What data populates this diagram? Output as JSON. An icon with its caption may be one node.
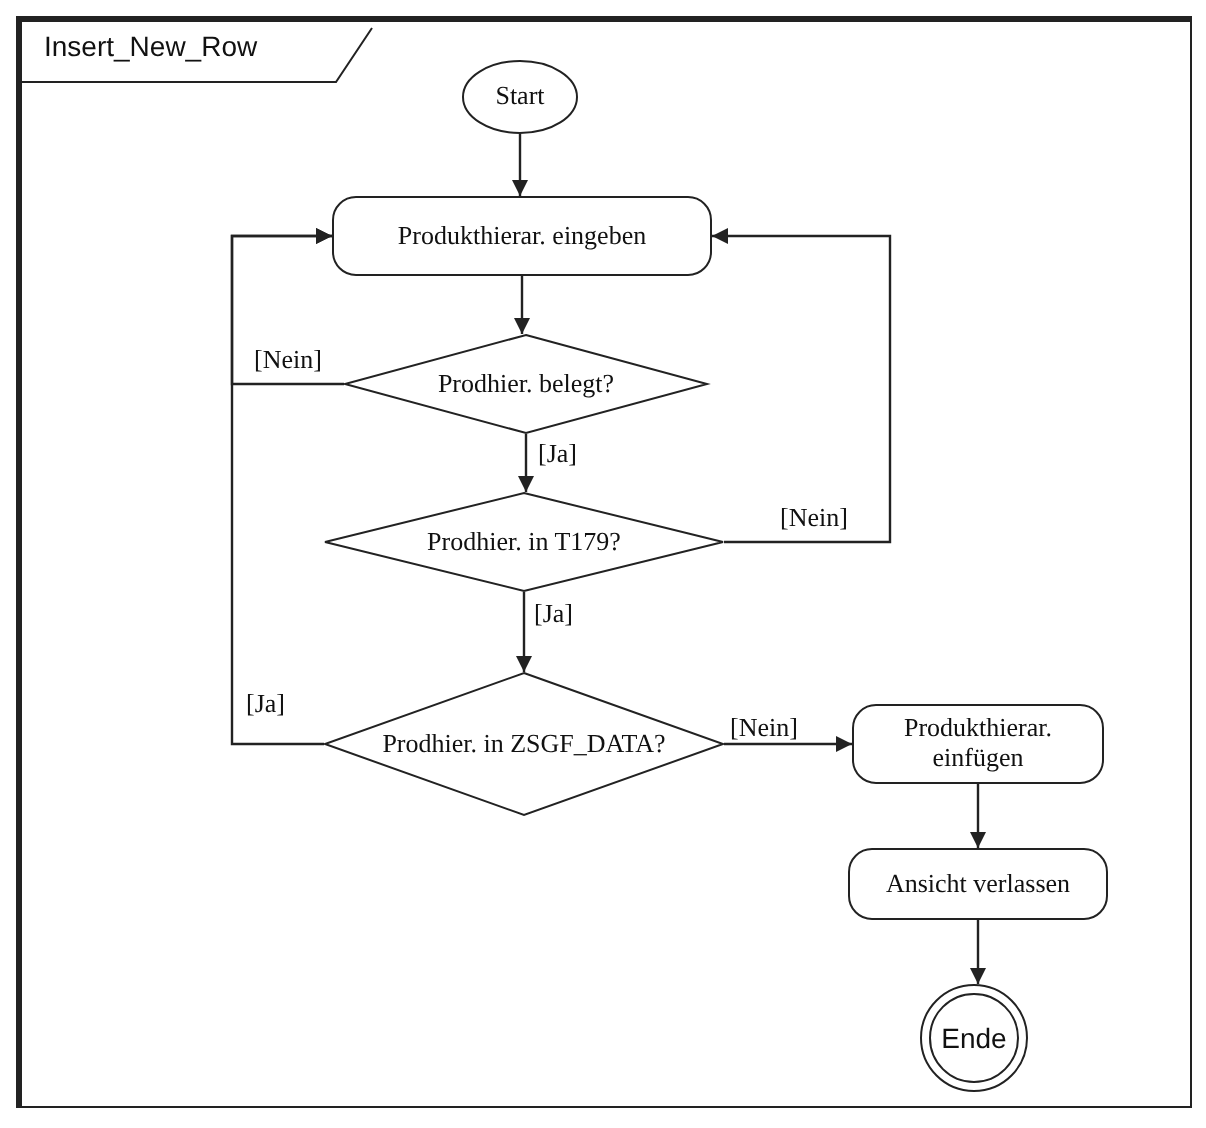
{
  "diagram": {
    "title": "Insert_New_Row",
    "nodes": [
      {
        "text": [
          "Start"
        ]
      },
      {
        "text": [
          "Produkthierar. eingeben"
        ]
      },
      {
        "text": [
          "Prodhier. belegt?"
        ]
      },
      {
        "text": [
          "Prodhier. in T179?"
        ]
      },
      {
        "text": [
          "Prodhier. in ZSGF_DATA?"
        ]
      },
      {
        "text": [
          "Produkthierar. einfügen"
        ]
      },
      {
        "text": [
          "Ansicht verlassen"
        ]
      },
      {
        "text": [
          "Ende"
        ]
      }
    ],
    "edges": [
      {
        "from": 0,
        "to": 1,
        "arrow": "to"
      },
      {
        "from": 1,
        "to": 2,
        "arrow": "to"
      },
      {
        "from": 2,
        "to": 3,
        "arrow": "to",
        "label": "[Ja]"
      },
      {
        "from": 2,
        "to": 1,
        "arrow": "to",
        "label": "[Nein]"
      },
      {
        "from": 3,
        "to": 1,
        "arrow": "to",
        "label": "[Nein]"
      },
      {
        "from": 3,
        "to": 4,
        "arrow": "to",
        "label": "[Ja]"
      },
      {
        "from": 4,
        "to": 1,
        "arrow": "to",
        "label": "[Ja]"
      },
      {
        "from": 4,
        "to": 5,
        "arrow": "to",
        "label": "[Nein]"
      },
      {
        "from": 5,
        "to": 6,
        "arrow": "to"
      },
      {
        "from": 6,
        "to": 7,
        "arrow": "to"
      }
    ]
  }
}
